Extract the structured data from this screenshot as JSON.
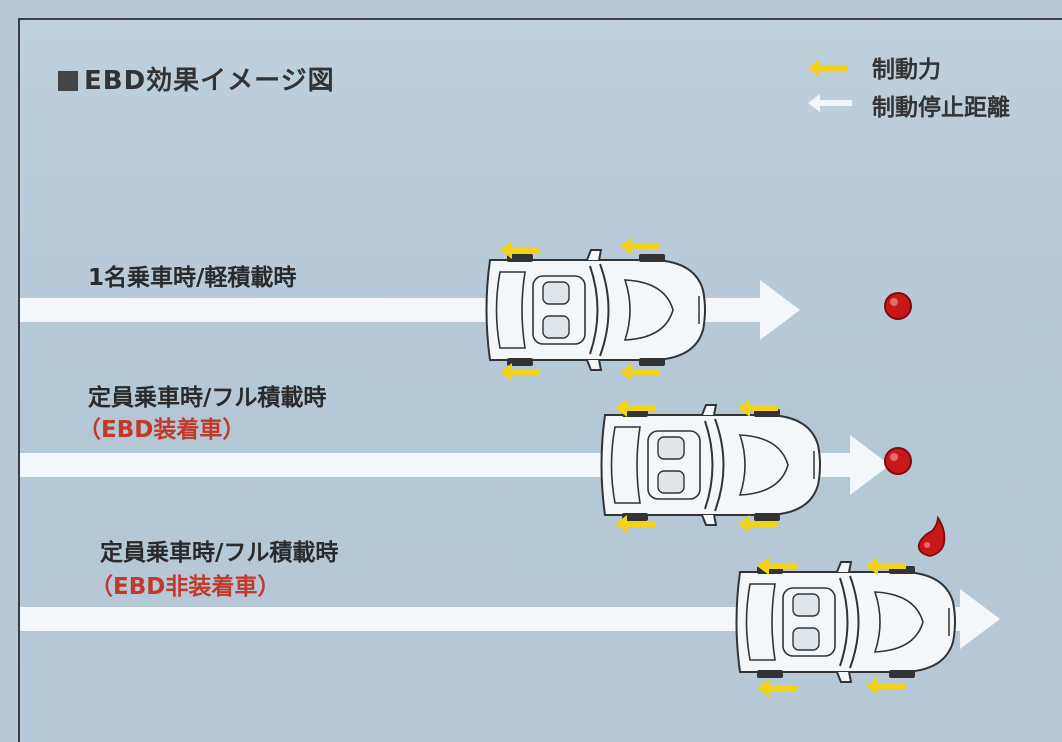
{
  "title": "EBD効果イメージ図",
  "legend": {
    "braking_force": "制動力",
    "stopping_distance": "制動停止距離"
  },
  "scenarios": [
    {
      "label": "1名乗車時/軽積載時",
      "sublabel": ""
    },
    {
      "label": "定員乗車時/フル積載時",
      "sublabel": "（EBD装着車）"
    },
    {
      "label": "定員乗車時/フル積載時",
      "sublabel": "（EBD非装着車）"
    }
  ],
  "colors": {
    "braking_arrow": "#f2d21a",
    "distance_arrow": "#f4f7fa",
    "stop_marker": "#c81818",
    "sublabel_text": "#c0392b"
  },
  "icons": [
    "car-top-view-icon",
    "stop-marker-icon",
    "skid-marker-icon"
  ]
}
